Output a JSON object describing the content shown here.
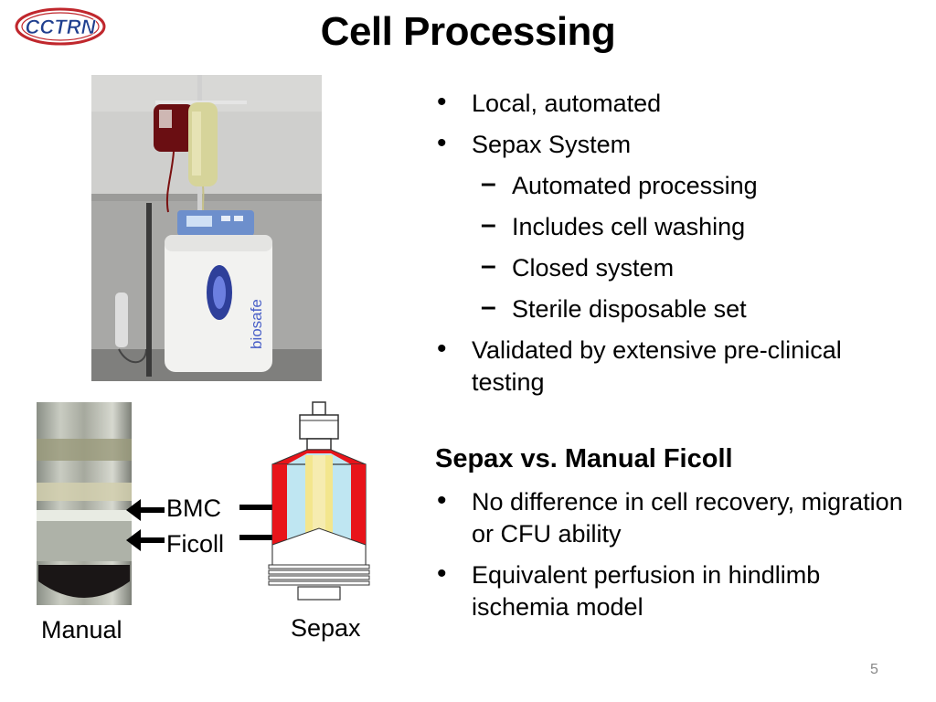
{
  "slide": {
    "title": "Cell Processing",
    "page_number": "5"
  },
  "logo": {
    "text": "CCTRN",
    "color": "#1f3f8f",
    "ring_color": "#c0272d"
  },
  "bullets_top": [
    {
      "level": 1,
      "text": "Local, automated"
    },
    {
      "level": 1,
      "text": "Sepax System"
    },
    {
      "level": 2,
      "text": "Automated processing"
    },
    {
      "level": 2,
      "text": "Includes cell washing"
    },
    {
      "level": 2,
      "text": "Closed system"
    },
    {
      "level": 2,
      "text": "Sterile disposable set"
    },
    {
      "level": 1,
      "text": "Validated by extensive pre-clinical testing"
    }
  ],
  "subheading": "Sepax vs. Manual Ficoll",
  "bullets_bottom": [
    {
      "level": 1,
      "text": "No difference in cell recovery, migration or CFU ability"
    },
    {
      "level": 1,
      "text": "Equivalent perfusion in hindlimb ischemia model"
    }
  ],
  "figure": {
    "label_bmc": "BMC",
    "label_ficoll": "Ficoll",
    "caption_manual": "Manual",
    "caption_sepax": "Sepax",
    "device_brand": "biosafe"
  },
  "colors": {
    "cartridge_red": "#e8141a",
    "cartridge_blue": "#bfe6f2",
    "cartridge_yellow": "#f3e68d"
  }
}
